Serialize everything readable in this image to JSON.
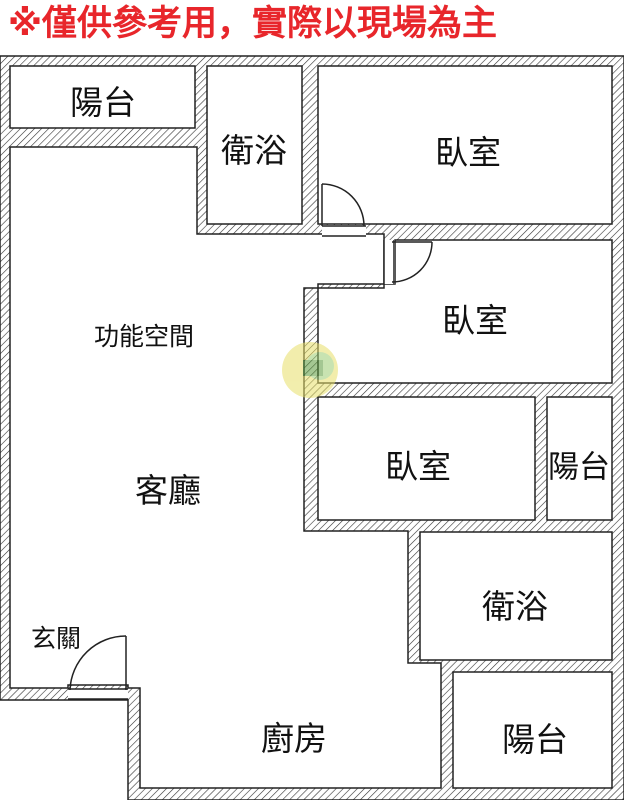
{
  "disclaimer": "※僅供參考用，實際以現場為主",
  "rooms": {
    "balcony_top_left": "陽台",
    "bath_top": "衛浴",
    "bedroom_top": "臥室",
    "bedroom_middle": "臥室",
    "function_space": "功能空間",
    "living_room": "客廳",
    "bedroom_lower": "臥室",
    "balcony_right": "陽台",
    "bath_lower": "衛浴",
    "entrance": "玄關",
    "kitchen": "廚房",
    "balcony_bottom_right": "陽台"
  },
  "colors": {
    "disclaimer": "#e8262b",
    "wall_hatch": "#333333",
    "watermark": "#e8e06a"
  }
}
